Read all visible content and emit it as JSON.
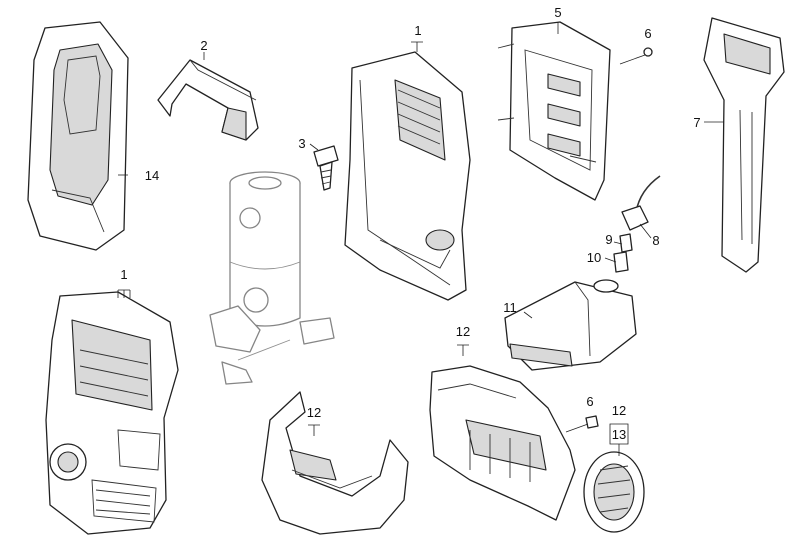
{
  "labels": {
    "l1a": "1",
    "l1b": "1",
    "l2": "2",
    "l3": "3",
    "l5": "5",
    "l6a": "6",
    "l6b": "6",
    "l7": "7",
    "l8": "8",
    "l9": "9",
    "l10": "10",
    "l11": "11",
    "l12a": "12",
    "l12b": "12",
    "l12c": "12",
    "l13": "13",
    "l14": "14"
  }
}
